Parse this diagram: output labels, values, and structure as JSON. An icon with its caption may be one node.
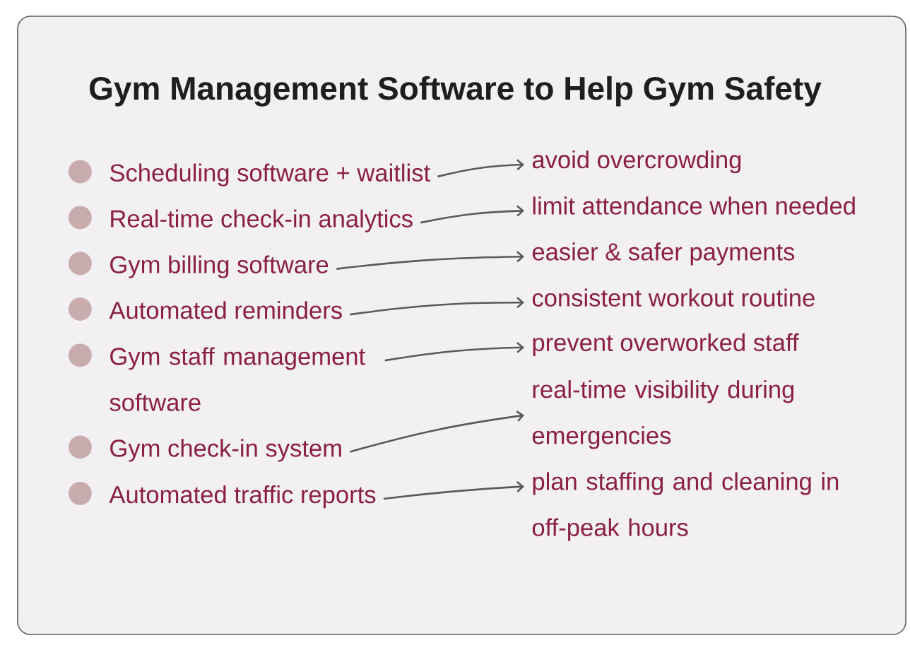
{
  "diagram": {
    "title": "Gym Management Software to Help Gym Safety",
    "nodes": [
      {
        "text": [
          "Scheduling software + waitlist"
        ]
      },
      {
        "text": [
          "Real-time check-in analytics"
        ]
      },
      {
        "text": [
          "Gym billing software"
        ]
      },
      {
        "text": [
          "Automated reminders"
        ]
      },
      {
        "text": [
          "Gym staff management software"
        ]
      },
      {
        "text": [
          "Gym check-in system"
        ]
      },
      {
        "text": [
          "Automated traffic reports"
        ]
      },
      {
        "text": [
          "avoid overcrowding"
        ]
      },
      {
        "text": [
          "limit attendance when needed"
        ]
      },
      {
        "text": [
          "easier & safer payments"
        ]
      },
      {
        "text": [
          "consistent workout routine"
        ]
      },
      {
        "text": [
          "prevent overworked staff"
        ]
      },
      {
        "text": [
          "real-time visibility during emergencies"
        ]
      },
      {
        "text": [
          "plan staffing and cleaning in off-peak hours"
        ]
      }
    ],
    "edges": [
      {
        "from": 0,
        "to": 7,
        "arrow": "to"
      },
      {
        "from": 1,
        "to": 8,
        "arrow": "to"
      },
      {
        "from": 2,
        "to": 9,
        "arrow": "to"
      },
      {
        "from": 3,
        "to": 10,
        "arrow": "to"
      },
      {
        "from": 4,
        "to": 11,
        "arrow": "to"
      },
      {
        "from": 5,
        "to": 12,
        "arrow": "to"
      },
      {
        "from": 6,
        "to": 13,
        "arrow": "to"
      }
    ]
  }
}
